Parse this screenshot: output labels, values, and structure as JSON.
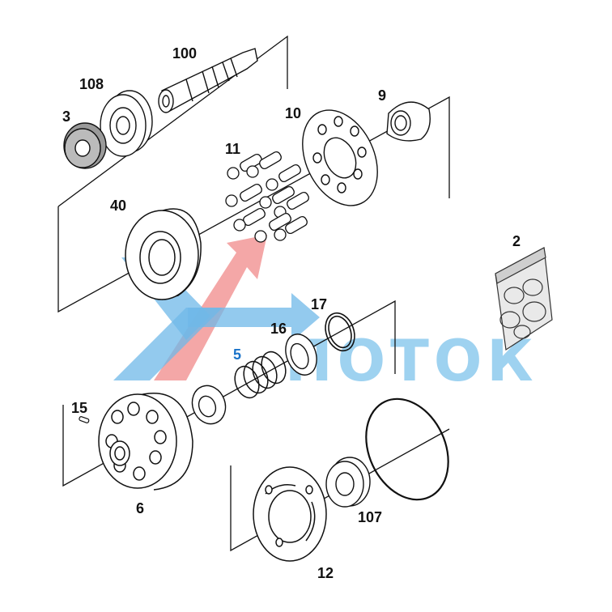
{
  "diagram": {
    "part_labels": [
      {
        "id": "p100",
        "text": "100"
      },
      {
        "id": "p108",
        "text": "108"
      },
      {
        "id": "p3",
        "text": "3"
      },
      {
        "id": "p9",
        "text": "9"
      },
      {
        "id": "p10",
        "text": "10"
      },
      {
        "id": "p11",
        "text": "11"
      },
      {
        "id": "p40",
        "text": "40"
      },
      {
        "id": "p2",
        "text": "2"
      },
      {
        "id": "p17",
        "text": "17"
      },
      {
        "id": "p16",
        "text": "16"
      },
      {
        "id": "p5",
        "text": "5"
      },
      {
        "id": "p15",
        "text": "15"
      },
      {
        "id": "p6",
        "text": "6"
      },
      {
        "id": "p107",
        "text": "107"
      },
      {
        "id": "p12",
        "text": "12"
      }
    ],
    "watermark": "ПОТОК"
  }
}
